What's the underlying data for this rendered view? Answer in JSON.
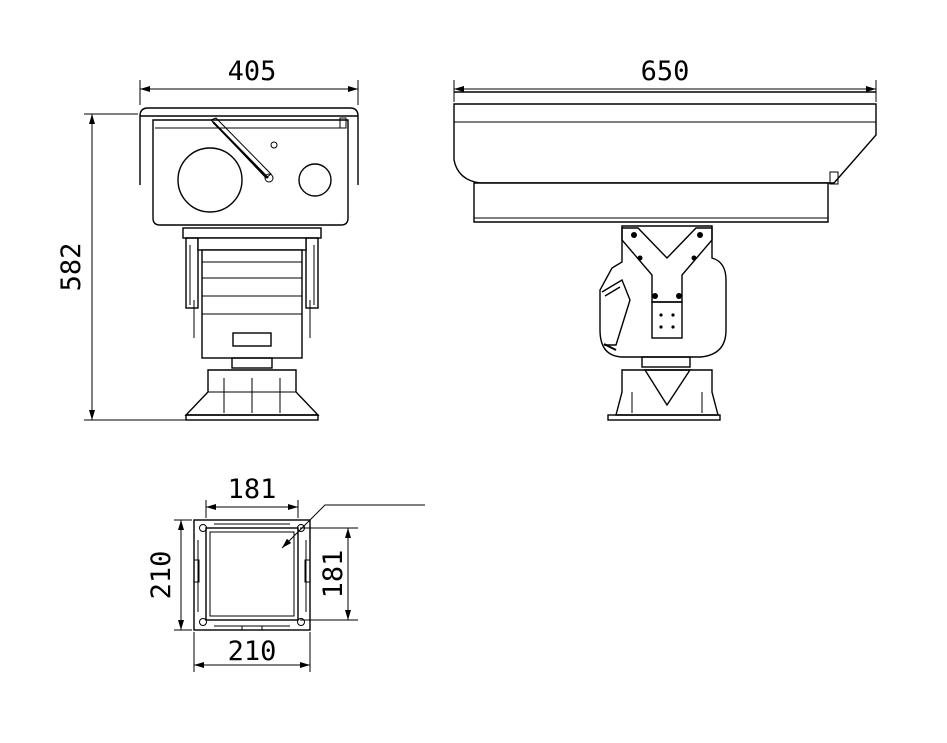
{
  "dimensions": {
    "front_width": "405",
    "front_height": "582",
    "side_width": "650",
    "base_inner_width": "181",
    "base_outer_width": "210",
    "base_outer_height": "210",
    "base_inner_height": "181"
  }
}
